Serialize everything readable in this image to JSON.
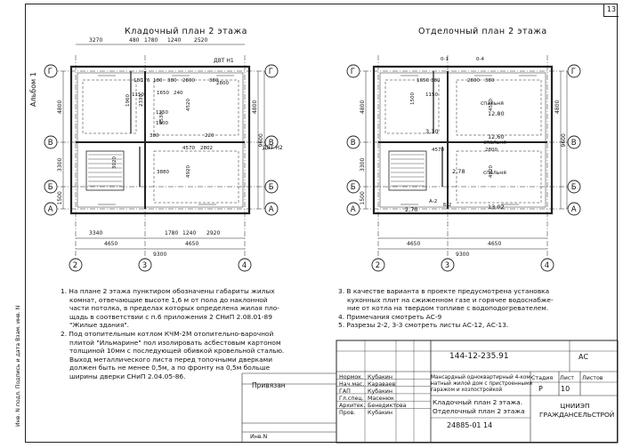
{
  "sheet_number": "13",
  "album": "Альбом 1",
  "plan_left": {
    "title": "Кладочный план 2 этажа",
    "top_dims": [
      "3270",
      "480",
      "1780",
      "1240",
      "2520"
    ],
    "bottom_dims": [
      "3340",
      "1780",
      "1240",
      "2920"
    ],
    "bottom_total_part": "4650",
    "bottom_total_right": "4650",
    "overall": "9300",
    "left_dims": [
      "4800",
      "3300",
      "1500"
    ],
    "right_dims": [
      "9600",
      "4800"
    ],
    "window_labels": [
      "ДВТ Н1",
      "ДВТ Н2"
    ],
    "axes_rows": [
      "Г",
      "В",
      "Б",
      "А"
    ],
    "axes_cols": [
      "2",
      "3",
      "4"
    ],
    "inner_labels": [
      "4520",
      "4920",
      "4570",
      "2802",
      "4530",
      "2800",
      "3020",
      "3880",
      "1150",
      "180",
      "176",
      "180",
      "380",
      "2800",
      "380",
      "1350",
      "1500",
      "1960",
      "2330",
      "1650",
      "240",
      "380",
      "220"
    ]
  },
  "plan_right": {
    "title": "Отделочный план 2 этажа",
    "room_labels": [
      "спальня",
      "спальня",
      "спальня"
    ],
    "areas": [
      "12,80",
      "12,60",
      "13,02",
      "3,30",
      "2,70",
      "2,78"
    ],
    "inner_labels": [
      "4520",
      "4920",
      "4570",
      "2800",
      "1650",
      "380",
      "2800",
      "380",
      "1150",
      "1500"
    ],
    "section_marks": [
      "0-1",
      "0-4",
      "А-2",
      "Б-2"
    ],
    "left_dims": [
      "4800",
      "3300",
      "1500"
    ],
    "right_dims": [
      "9600",
      "4800"
    ],
    "bottom_dims": [
      "4650",
      "4650"
    ],
    "overall": "9300",
    "axes_rows": [
      "Г",
      "В",
      "Б",
      "А"
    ],
    "axes_cols": [
      "2",
      "3",
      "4"
    ]
  },
  "notes_left": [
    "1. На плане 2 этажа пунктиром обозначены габариты жилых",
    "комнат, отвечающие высоте 1,6 м от пола до наклонной",
    "части потолка, в пределах которых определена жилая пло-",
    "щадь в соответствии с п.6 приложения 2 СНиП 2.08.01-89",
    "\"Жилые здания\".",
    "2. Под отопительным котлом КЧМ-2М отопительно-варочной",
    "плитой \"Ильмарине\" пол изолировать асбестовым картоном",
    "толщиной 10мм с последующей обивкой кровельной сталью.",
    "Выход металлического листа перед топочными дверками",
    "должен быть не менее 0,5м, а по фронту на 0,5м больше",
    "ширины дверки СНиП 2.04.05-86."
  ],
  "notes_right": [
    "3. В качестве варианта в проекте предусмотрена установка",
    "кухонных плит на сжиженном газе и горячее водоснабже-",
    "ние от котла на твердом топливе с водоподогревателем.",
    "4. Примечания смотреть АС-9",
    "5. Разрезы 2-2, 3-3 смотреть листы АС-12, АС-13."
  ],
  "title_block": {
    "code": "144-12-235.91",
    "mark": "АС",
    "privyazan": "Привязан",
    "inv_no": "Инв.N",
    "roles": [
      "Нормок.",
      "Нач.мас.",
      "ГАП",
      "Гл.спец.",
      "Архитек.",
      "Пров."
    ],
    "names": [
      "Кубакин",
      "Караваев",
      "Кубакин",
      "Масенюк",
      "Бенедиктова",
      "Кубакин"
    ],
    "project_name": [
      "Мансардный одноквартирный 4-ком-",
      "натный жилой дом с пристроенными",
      "гаражом и хозпостройкой"
    ],
    "sheet_name": [
      "Кладочный план 2 этажа.",
      "Отделочный план 2 этажа"
    ],
    "stage_label": "Стадия",
    "sheet_label": "Лист",
    "sheets_label": "Листов",
    "stage": "Р",
    "sheet": "10",
    "org": [
      "ЦНИИЭП",
      "ГРАЖДАНСЕЛЬСТРОЙ"
    ],
    "side_stamp": "Инв. N подл.  Подпись и дата  Взам. инв. N",
    "footer": "24885-01   14"
  }
}
